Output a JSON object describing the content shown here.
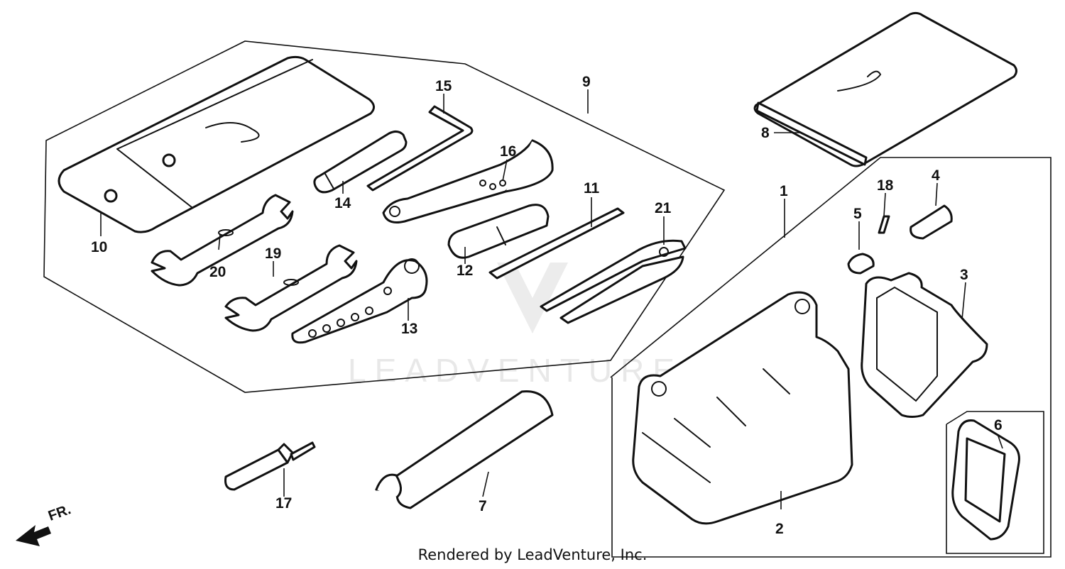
{
  "diagram": {
    "callouts": {
      "c1": "1",
      "c2": "2",
      "c3": "3",
      "c4": "4",
      "c5": "5",
      "c6": "6",
      "c7": "7",
      "c8": "8",
      "c9": "9",
      "c10": "10",
      "c11": "11",
      "c12": "12",
      "c13": "13",
      "c14": "14",
      "c15": "15",
      "c16": "16",
      "c17": "17",
      "c18": "18",
      "c19": "19",
      "c20": "20",
      "c21": "21"
    },
    "watermark": "LEADVENTURE",
    "direction_label": "FR.",
    "footer": "Rendered by LeadVenture, Inc."
  }
}
